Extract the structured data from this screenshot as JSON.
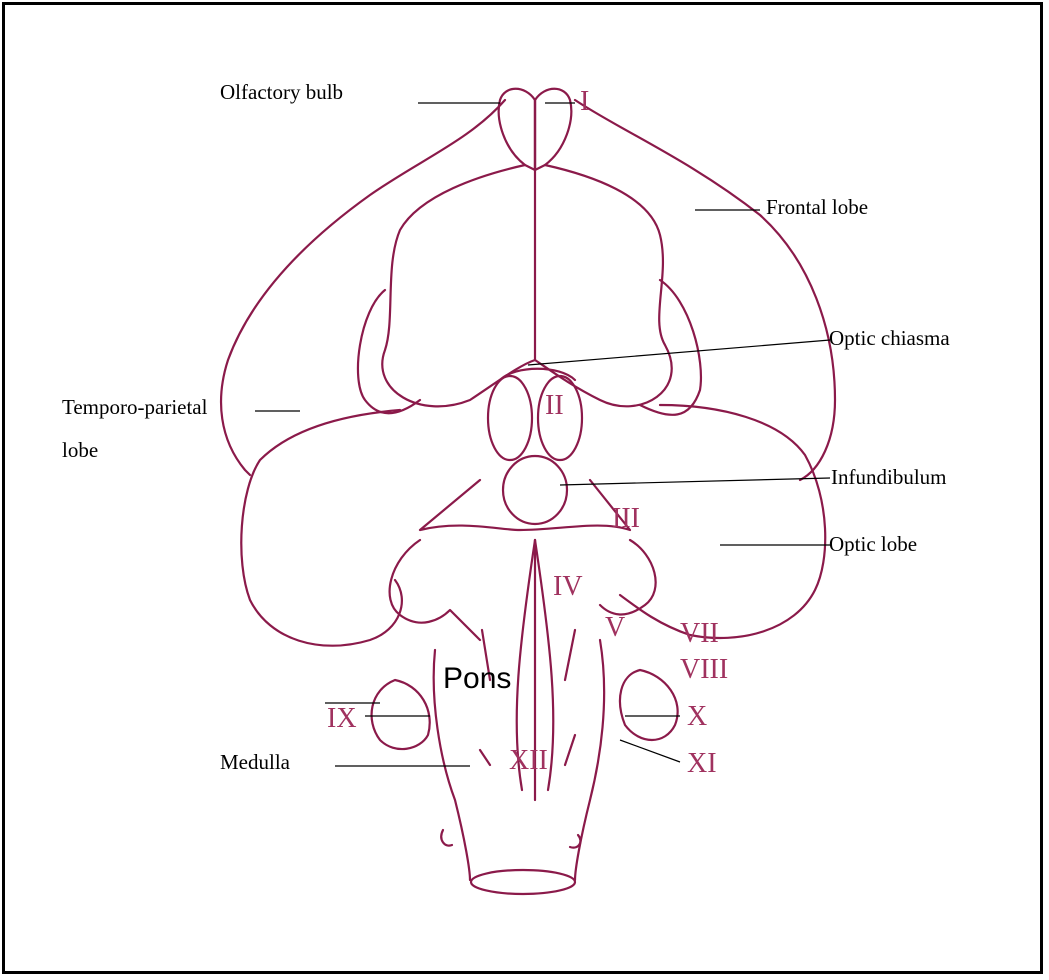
{
  "labels": {
    "olfactory_bulb": "Olfactory bulb",
    "frontal_lobe": "Frontal lobe",
    "optic_chiasma": "Optic chiasma",
    "temporo_parietal_line1": "Temporo-parietal",
    "temporo_parietal_line2": "lobe",
    "infundibulum": "Infundibulum",
    "optic_lobe": "Optic lobe",
    "pons": "Pons",
    "medulla": "Medulla"
  },
  "nerves": {
    "I": "I",
    "II": "II",
    "III": "III",
    "IV": "IV",
    "V": "V",
    "VII": "VII",
    "VIII": "VIII",
    "IX": "IX",
    "X": "X",
    "XI": "XI",
    "XII": "XII"
  },
  "colors": {
    "ink": "#8b1a4a",
    "roman_ink": "#a0325f",
    "label_text": "#000000",
    "frame": "#000000"
  }
}
